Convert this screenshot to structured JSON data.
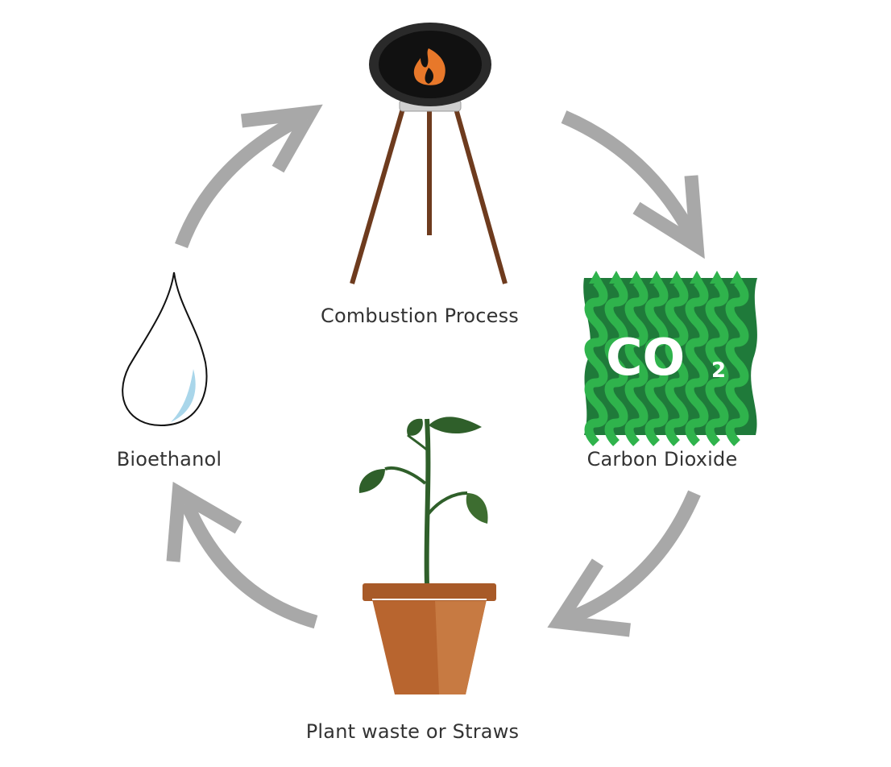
{
  "title": "Bioethanol cycle",
  "stages": {
    "combustion": {
      "label": "Combustion Process"
    },
    "co2": {
      "label": "Carbon Dioxide",
      "icon_text": "CO",
      "icon_sub": "2"
    },
    "plant": {
      "label": "Plant waste or Straws"
    },
    "bioethanol": {
      "label": "Bioethanol"
    }
  },
  "colors": {
    "arrow": "#a8a8a8",
    "flame": "#e8782a",
    "leg": "#6e3b1e",
    "co2_dark": "#1f7a3a",
    "co2_light": "#2fb34c",
    "pot": "#b8652f",
    "leaf": "#2f5f2a"
  }
}
